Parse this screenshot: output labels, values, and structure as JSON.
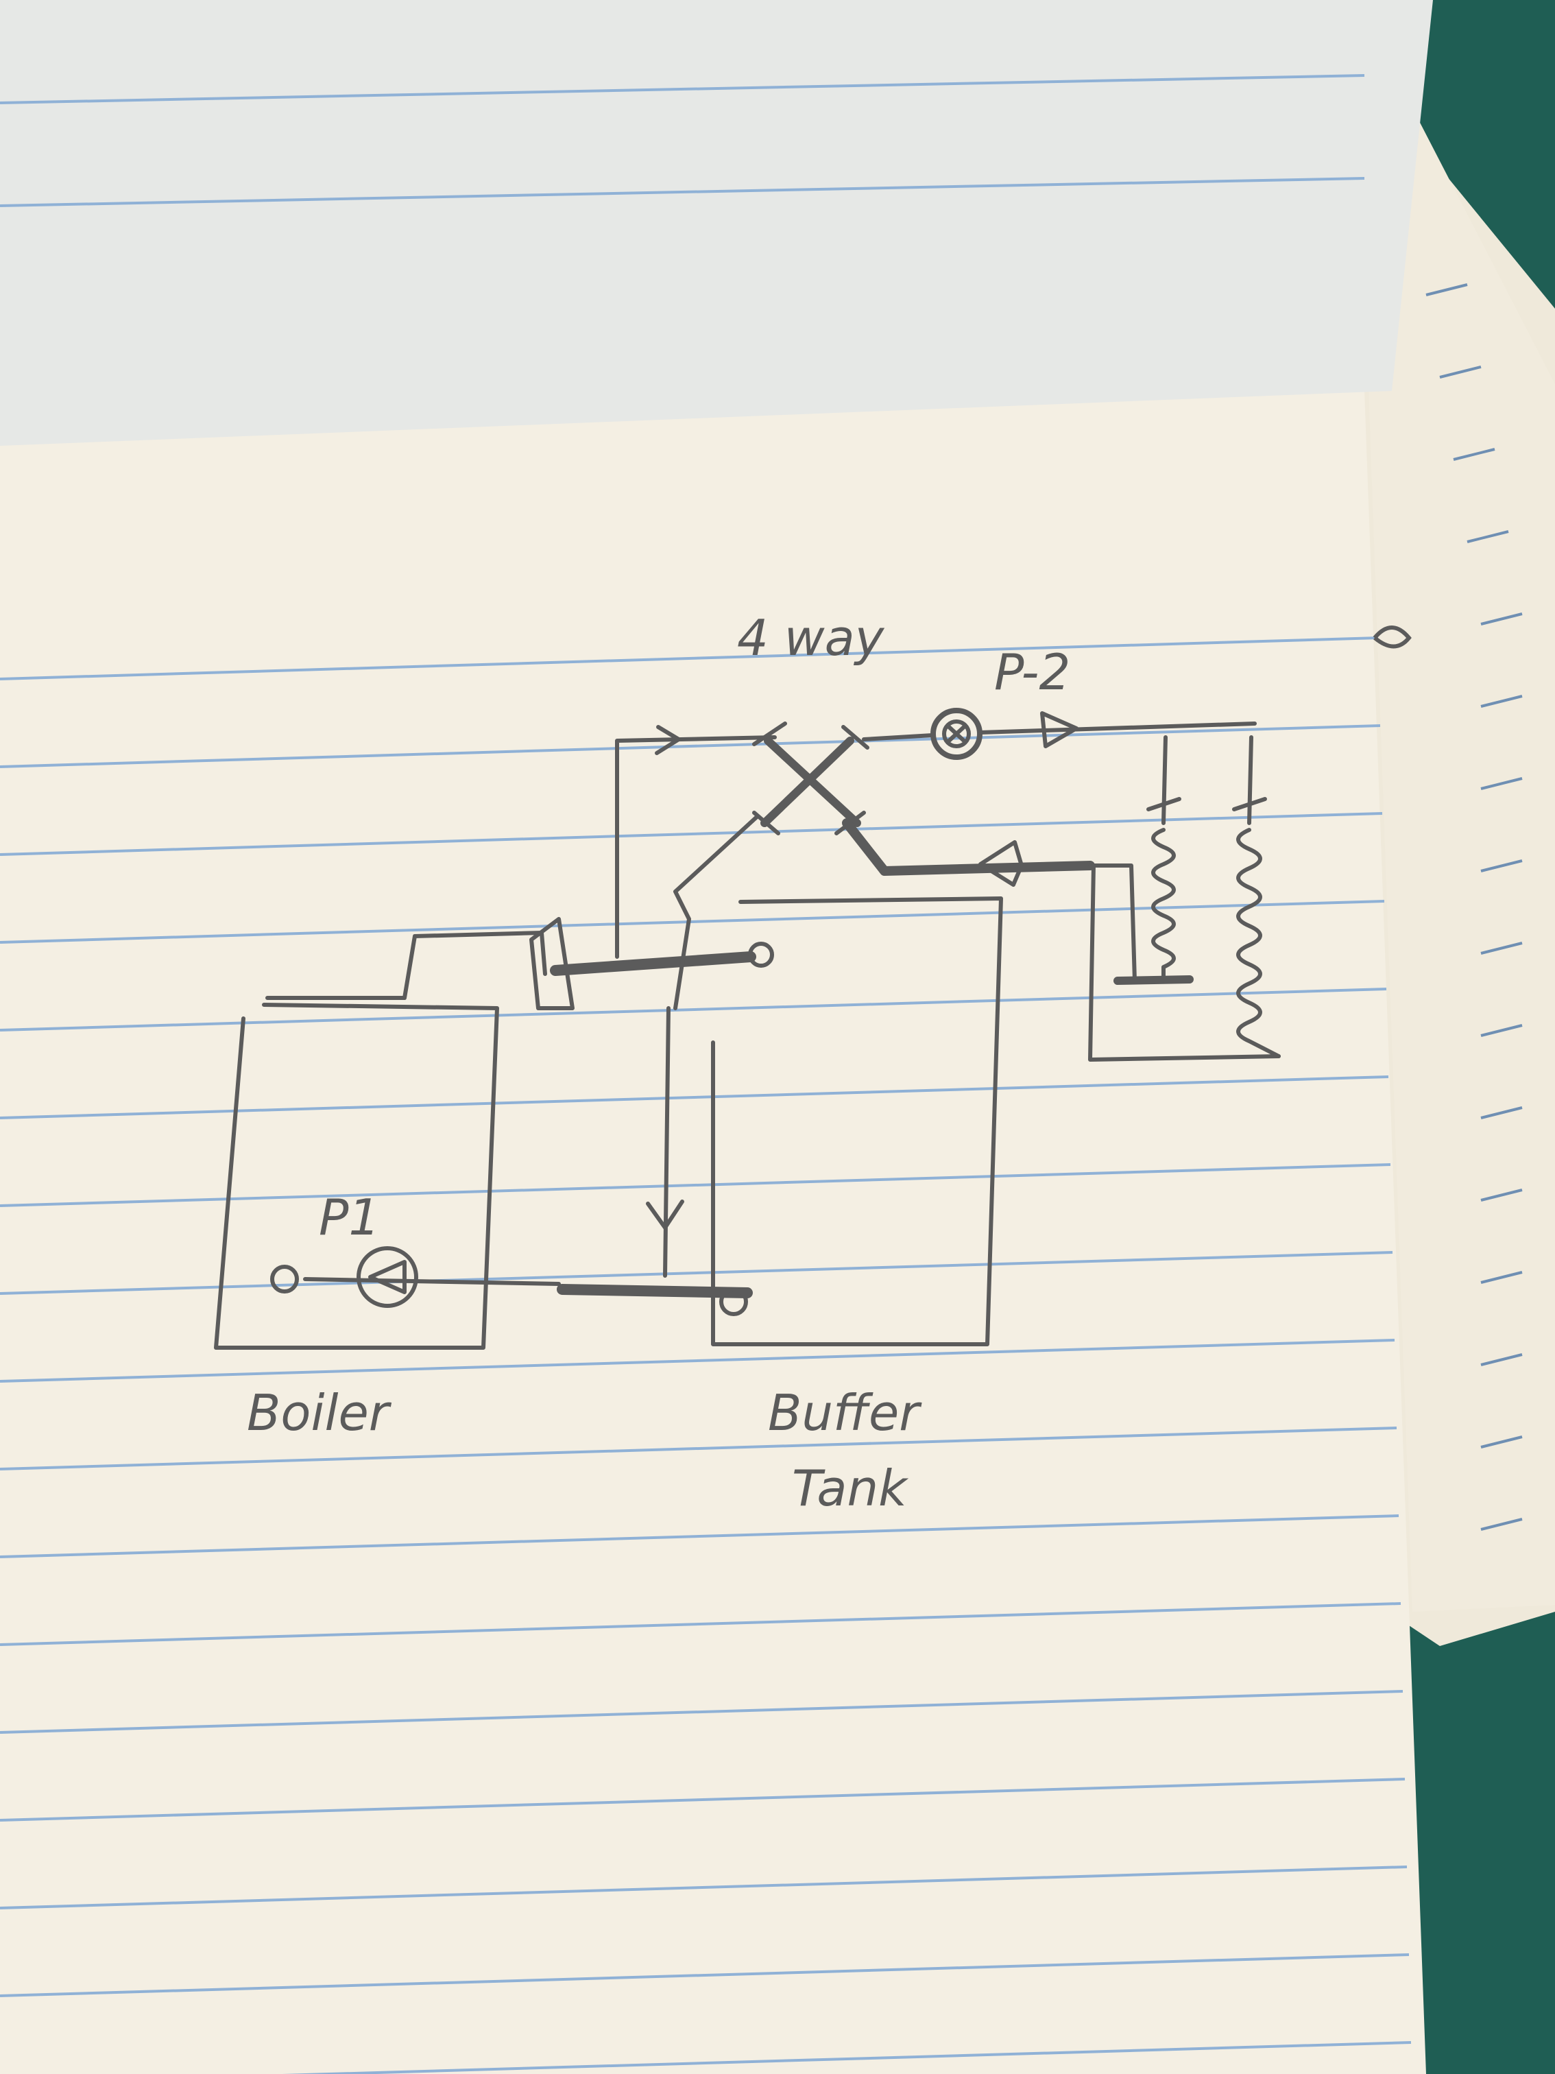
{
  "diagram": {
    "labels": {
      "four_way_valve": "4 way",
      "pump_2": "P-2",
      "pump_1": "P1",
      "boiler": "Boiler",
      "buffer_tank_line1": "Buffer",
      "buffer_tank_line2": "Tank"
    },
    "colors": {
      "ink": "#5b5b5b",
      "paper": "#f4efe3",
      "rule_line": "#8fb1d6",
      "background": "#1f5e54"
    }
  }
}
